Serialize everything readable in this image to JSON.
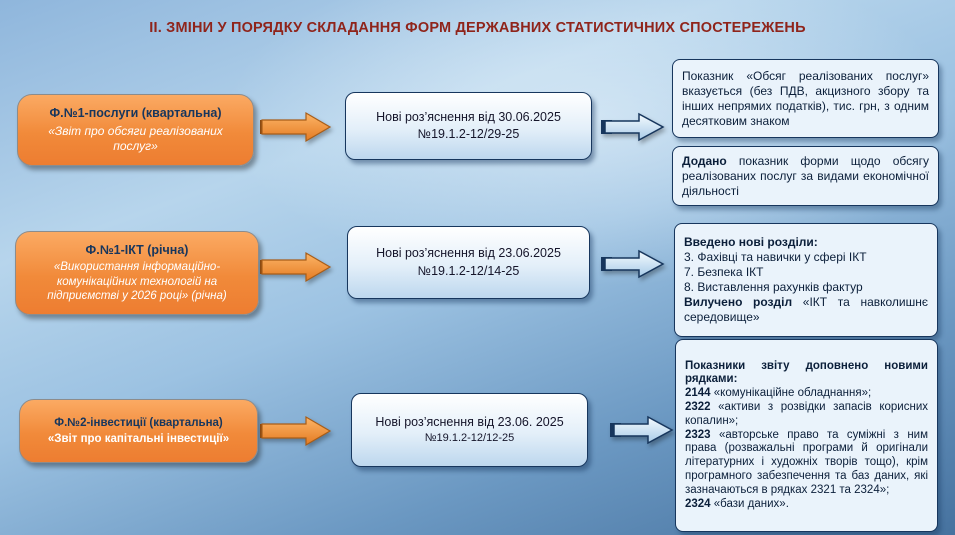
{
  "title": "ІІ. ЗМІНИ У ПОРЯДКУ СКЛАДАННЯ ФОРМ ДЕРЖАВНИХ СТАТИСТИЧНИХ СПОСТЕРЕЖЕНЬ",
  "colors": {
    "title_text": "#8F241B",
    "form_box": "#ED7D31",
    "note_box_fill": "#DCEBF7",
    "box_border": "#17365D",
    "background_top": "#B7D5EC",
    "background_bottom": "#46729F"
  },
  "forms": [
    {
      "title": "Ф.№1-послуги (квартальна)",
      "subtitle": "«Звіт про обсяги реалізованих послуг»"
    },
    {
      "title": "Ф.№1-ІКТ (річна)",
      "subtitle": "«Використання інформаційно-комунікаційних технологій на підприємстві у 2026 році» (річна)"
    },
    {
      "title": "Ф.№2-інвестиції (квартальна)",
      "subtitle": "«Звіт про капітальні інвестиції»"
    }
  ],
  "notes": [
    {
      "line1": "Нові роз’яснення від 30.06.2025",
      "line2": "№19.1.2-12/29-25"
    },
    {
      "line1": "Нові роз’яснення від 23.06.2025",
      "line2": "№19.1.2-12/14-25"
    },
    {
      "line1": "Нові роз’яснення від 23.06. 2025",
      "line2": "№19.1.2-12/12-25"
    }
  ],
  "details": {
    "d1a": [
      {
        "t": "Показник «Обсяг реалізованих послуг» вказується (без ПДВ, акцизного збору та інших непрямих податків), тис. грн, з одним десятковим знаком"
      }
    ],
    "d1b": [
      {
        "t": "Додано",
        "b": true
      },
      {
        "t": " показник форми щодо обсягу реалізованих послуг за видами економічної діяльності"
      }
    ],
    "d2": [
      {
        "t": "Введено нові розділи:",
        "b": true
      },
      {
        "t": "3. Фахівці та навички у сфері ІКТ",
        "br": true
      },
      {
        "t": "7. Безпека ІКТ",
        "br": true
      },
      {
        "t": "8. Виставлення рахунків фактур",
        "br": true
      },
      {
        "t": "Вилучено розділ",
        "b": true,
        "br": true
      },
      {
        "t": " «ІКТ та навколишнє середовище»"
      }
    ],
    "d3": [
      {
        "t": "Показники звіту доповнено новими рядками:",
        "b": true
      },
      {
        "t": "2144",
        "b": true,
        "br": true
      },
      {
        "t": " «комунікаційне обладнання»;"
      },
      {
        "t": "2322",
        "b": true,
        "br": true
      },
      {
        "t": " «активи з розвідки запасів корисних копалин»;"
      },
      {
        "t": "2323",
        "b": true,
        "br": true
      },
      {
        "t": " «авторське право та суміжні з ним права (розважальні програми й оригінали літературних і художніх творів тощо), крім програмного забезпечення та баз даних, які зазначаються в рядках 2321 та 2324»;"
      },
      {
        "t": "2324",
        "b": true,
        "br": true
      },
      {
        "t": " «бази даних»."
      }
    ]
  }
}
